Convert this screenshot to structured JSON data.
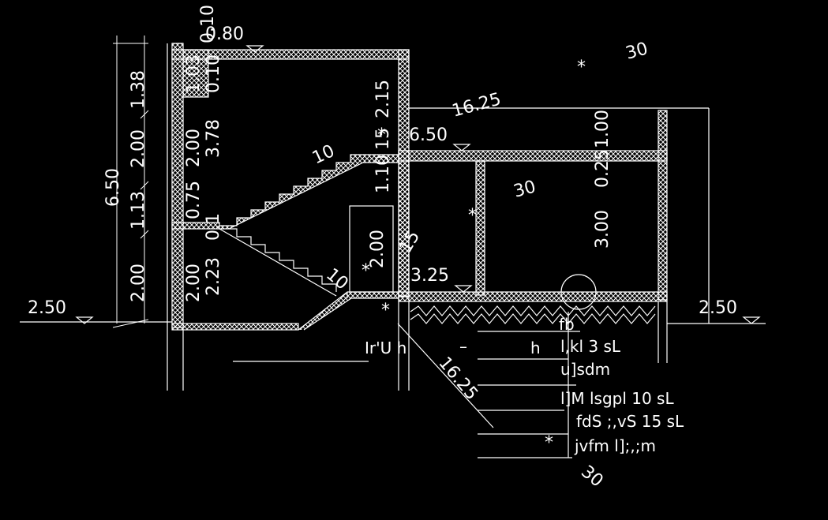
{
  "drawing": {
    "background": "#000000",
    "line_color": "#ffffff",
    "dimensions_left": {
      "outer_total": "6.50",
      "outer_1": "1.38",
      "outer_2": "2.00",
      "outer_3": "1.13",
      "outer_4": "2.00",
      "inner_a": "1.03",
      "inner_b": "0.10",
      "inner_c": "3.78",
      "inner_d": "2.00",
      "inner_e": "0.75",
      "inner_f": "2.00",
      "inner_g": "2.23",
      "inner_h": "0.10",
      "inner_i": "0.1"
    },
    "levels": {
      "top": "0.80",
      "left_ground": "2.50",
      "right_ground": "2.50",
      "roof_right": "6.50",
      "floor_right": "3.25"
    },
    "stairs": {
      "flight_upper": "10",
      "flight_lower": "10"
    },
    "dimensions_right": {
      "shaft": "2.15",
      "shaft_small": "15",
      "door": "1.10",
      "door_h": "2.00",
      "slope_label": "16.25",
      "side_a": "1.00",
      "side_b": "0.25",
      "side_c": "3.00",
      "mid_15": "15"
    },
    "angles": {
      "a1": "30",
      "a2": "30",
      "a3": "30"
    },
    "leader_slope": "16.25",
    "notes": {
      "title_left": "Ir'U  h",
      "dash": "–",
      "title_right": "h",
      "line1": "fb",
      "line2": "l,kl  3  sL",
      "line3": "u]sdm",
      "line4": "l]M  lsgpl   10   sL",
      "line5": "fdS  ;,vS   15   sL",
      "line6": "jvfm  l];,;m"
    },
    "markers": {
      "star": "*"
    }
  }
}
